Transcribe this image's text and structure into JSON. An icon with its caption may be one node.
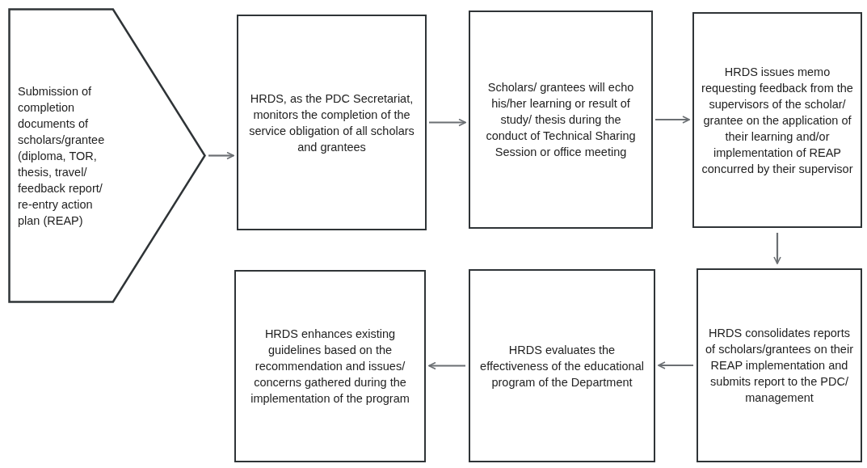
{
  "diagram": {
    "nodes": [
      {
        "text": [
          "Submission of completion documents of scholars/grantee (diploma, TOR, thesis, travel/ feedback report/ re-entry action plan (REAP)"
        ]
      },
      {
        "text": [
          "HRDS, as the PDC Secretariat, monitors the completion of the service obligation of all scholars and grantees"
        ]
      },
      {
        "text": [
          "Scholars/ grantees will echo his/her learning or result of study/ thesis during the conduct of Technical Sharing Session or office meeting"
        ]
      },
      {
        "text": [
          "HRDS issues memo requesting feedback from the supervisors of the scholar/ grantee on the application of their learning and/or implementation of REAP concurred by their supervisor"
        ]
      },
      {
        "text": [
          "HRDS consolidates reports of scholars/grantees on their REAP implementation and submits report to the PDC/ management"
        ]
      },
      {
        "text": [
          "HRDS evaluates the effectiveness of the educational program of the Department"
        ]
      },
      {
        "text": [
          "HRDS enhances existing guidelines based on the recommendation and issues/ concerns gathered during the implementation of the program"
        ]
      }
    ],
    "edges": [
      {
        "from": 0,
        "to": 1,
        "arrow": "to"
      },
      {
        "from": 1,
        "to": 2,
        "arrow": "to"
      },
      {
        "from": 2,
        "to": 3,
        "arrow": "to"
      },
      {
        "from": 3,
        "to": 4,
        "arrow": "to"
      },
      {
        "from": 4,
        "to": 5,
        "arrow": "to"
      },
      {
        "from": 5,
        "to": 6,
        "arrow": "to"
      }
    ]
  }
}
